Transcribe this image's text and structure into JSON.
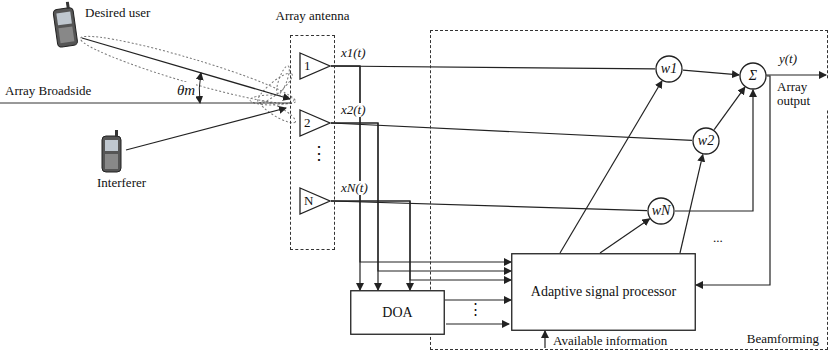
{
  "diagram": {
    "nodes": [
      {
        "text": [
          "Array antenna"
        ]
      },
      {
        "text": [
          "1"
        ],
        "in": 0
      },
      {
        "text": [
          "2"
        ],
        "in": 0
      },
      {
        "text": [
          "N"
        ],
        "in": 0
      },
      {
        "text": [
          "Beamforming"
        ]
      },
      {
        "text": [
          "w1"
        ],
        "in": 4
      },
      {
        "text": [
          "w2"
        ],
        "in": 4
      },
      {
        "text": [
          "wN"
        ],
        "in": 4
      },
      {
        "text": [
          "Σ"
        ],
        "in": 4
      },
      {
        "text": [
          "Adaptive signal processor"
        ],
        "in": 4
      },
      {
        "text": [
          "DOA"
        ]
      }
    ],
    "edges": [
      {
        "from": 1,
        "to": 5,
        "arrow": "none"
      },
      {
        "from": 2,
        "to": 6,
        "arrow": "none"
      },
      {
        "from": 3,
        "to": 7,
        "arrow": "none"
      },
      {
        "from": 1,
        "to": 9,
        "arrow": "to"
      },
      {
        "from": 2,
        "to": 9,
        "arrow": "to"
      },
      {
        "from": 3,
        "to": 9,
        "arrow": "to"
      },
      {
        "from": 1,
        "to": 10,
        "arrow": "to"
      },
      {
        "from": 2,
        "to": 10,
        "arrow": "to"
      },
      {
        "from": 3,
        "to": 10,
        "arrow": "to"
      },
      {
        "from": 10,
        "to": 9,
        "arrow": "to"
      },
      {
        "from": 9,
        "to": 5,
        "arrow": "to"
      },
      {
        "from": 9,
        "to": 6,
        "arrow": "to"
      },
      {
        "from": 9,
        "to": 7,
        "arrow": "to"
      },
      {
        "from": 5,
        "to": 8,
        "arrow": "to"
      },
      {
        "from": 6,
        "to": 8,
        "arrow": "to"
      },
      {
        "from": 7,
        "to": 8,
        "arrow": "to"
      },
      {
        "from": 8,
        "to": 9,
        "arrow": "to"
      }
    ],
    "labels": [
      "Desired user",
      "Array Broadside",
      "θm",
      "Interferer",
      "⋮",
      "x1(t)",
      "x2(t)",
      "xN(t)",
      "y(t)",
      "Array output",
      "⋮",
      "...",
      "Available information"
    ]
  }
}
